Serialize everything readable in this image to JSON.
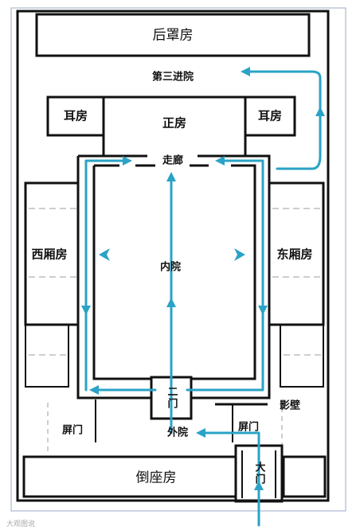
{
  "labels": {
    "rear_row": "后罩房",
    "third_court": "第三进院",
    "main_hall": "正房",
    "ear_left": "耳房",
    "ear_right": "耳房",
    "corridor": "走廊",
    "west_wing": "西厢房",
    "east_wing": "东厢房",
    "inner_court": "内院",
    "second_gate": "二门",
    "screen_wall": "影壁",
    "screen_gate_left": "屏门",
    "screen_gate_right": "屏门",
    "outer_court": "外院",
    "front_row": "倒座房",
    "main_gate": "大门"
  },
  "watermark": "大观图说",
  "colors": {
    "wall": "#111111",
    "arrow": "#2aa3c6",
    "dash": "#bdbdbd",
    "page_border": "#9aa9c8"
  }
}
